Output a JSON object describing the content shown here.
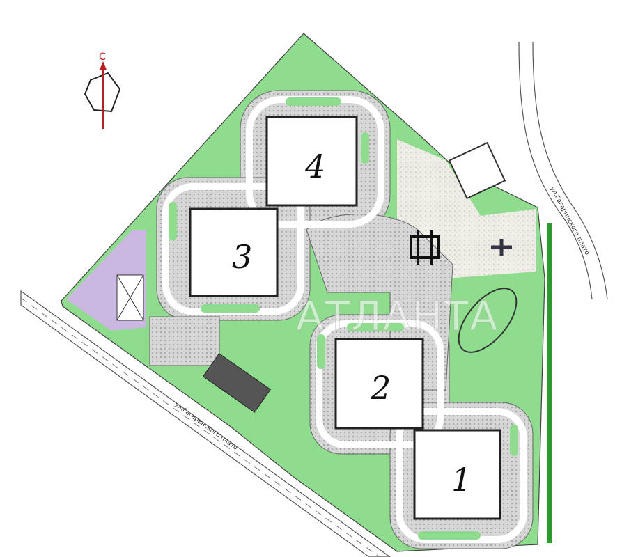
{
  "plan": {
    "buildings": [
      {
        "number": "1"
      },
      {
        "number": "2"
      },
      {
        "number": "3"
      },
      {
        "number": "4"
      }
    ],
    "compass_label": "С",
    "street_left": "ул.Гагаринского плато",
    "street_right": "ул.Гагаринского плато",
    "watermark": "АТЛАНТА",
    "colors": {
      "green": "#8fdc8f",
      "paving": "#d9d9d9",
      "sand": "#efeee6",
      "playground": "#cbb8e0",
      "road_edge": "#555555",
      "compass": "#b22222"
    }
  }
}
